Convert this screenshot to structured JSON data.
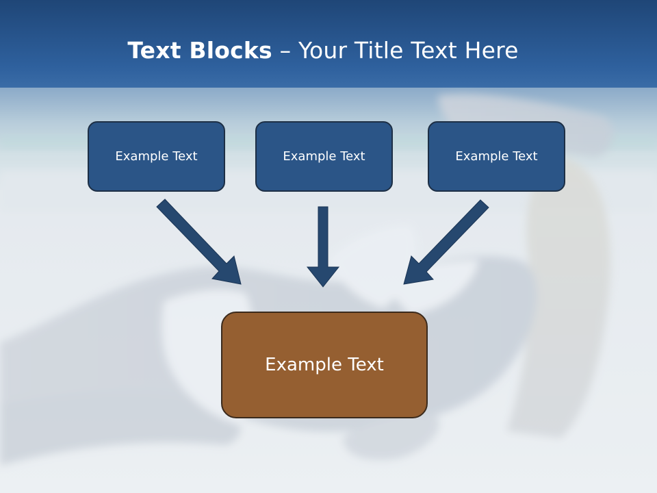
{
  "slide": {
    "title_bold": "Text Blocks",
    "title_rest": " – Your Title Text Here",
    "top_boxes": [
      {
        "label": "Example Text"
      },
      {
        "label": "Example Text"
      },
      {
        "label": "Example Text"
      }
    ],
    "bottom_box": {
      "label": "Example Text"
    }
  },
  "colors": {
    "header_band": "#2c5a92",
    "top_box_fill": "#2b5587",
    "top_box_border": "#1d2f45",
    "bottom_box_fill": "#955f31",
    "bottom_box_border": "#3b2a1c",
    "arrow": "#26486f"
  }
}
